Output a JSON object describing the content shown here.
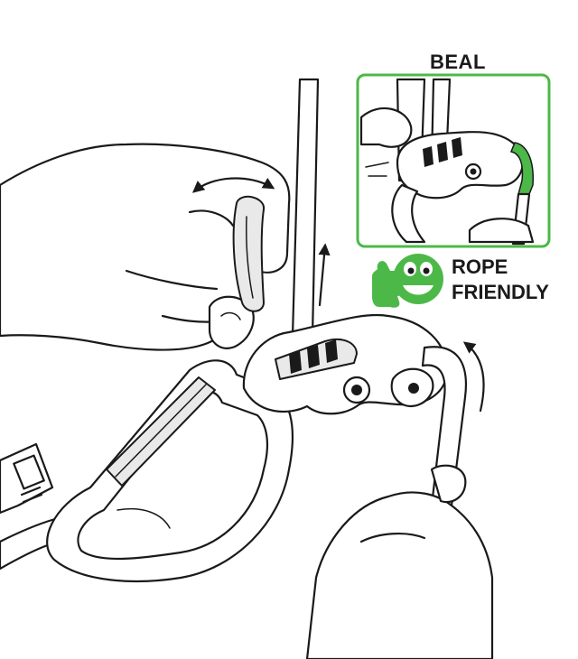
{
  "inset": {
    "brand_label": "BEAL"
  },
  "badge": {
    "text_line1": "ROPE",
    "text_line2": "FRIENDLY",
    "icon": "smiley-thumbs-up-icon"
  },
  "colors": {
    "accent_green": "#4cb848",
    "line": "#1a1a1a",
    "background": "#ffffff"
  }
}
